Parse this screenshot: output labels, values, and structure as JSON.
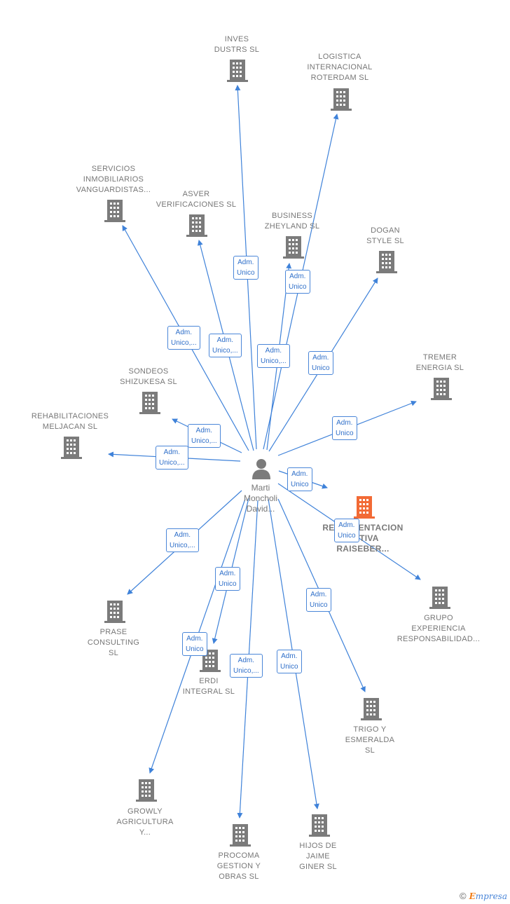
{
  "colors": {
    "edge": "#3f82d9",
    "building": "#7b7b7b",
    "highlight": "#f26a35",
    "person": "#7b7b7b"
  },
  "person": {
    "label_lines": [
      "Marti",
      "Moncholi",
      "David..."
    ],
    "icon": "person-icon"
  },
  "nodes": [
    {
      "id": "inves",
      "lines": [
        "INVES",
        "DUSTRS SL"
      ]
    },
    {
      "id": "logistica",
      "lines": [
        "LOGISTICA",
        "INTERNACIONAL",
        "ROTERDAM SL"
      ]
    },
    {
      "id": "servicios",
      "lines": [
        "SERVICIOS",
        "INMOBILIARIOS",
        "VANGUARDISTAS..."
      ]
    },
    {
      "id": "asver",
      "lines": [
        "ASVER",
        "VERIFICACIONES SL"
      ]
    },
    {
      "id": "business",
      "lines": [
        "BUSINESS",
        "ZHEYLAND  SL"
      ]
    },
    {
      "id": "dogan",
      "lines": [
        "DOGAN",
        "STYLE  SL"
      ]
    },
    {
      "id": "tremer",
      "lines": [
        "TREMER",
        "ENERGIA SL"
      ]
    },
    {
      "id": "sondeos",
      "lines": [
        "SONDEOS",
        "SHIZUKESA  SL"
      ]
    },
    {
      "id": "rehab",
      "lines": [
        "REHABILITACIONES",
        "MELJACAN  SL"
      ]
    },
    {
      "id": "representacion",
      "lines": [
        "REPRESENTACION",
        "ACTIVA",
        "RAISEBER..."
      ],
      "highlight": true
    },
    {
      "id": "grupo",
      "lines": [
        "GRUPO",
        "EXPERIENCIA",
        "RESPONSABILIDAD..."
      ]
    },
    {
      "id": "prase",
      "lines": [
        "PRASE",
        "CONSULTING",
        "SL"
      ]
    },
    {
      "id": "erdi",
      "lines": [
        "ERDI",
        "INTEGRAL  SL"
      ]
    },
    {
      "id": "trigo",
      "lines": [
        "TRIGO Y",
        "ESMERALDA",
        "SL"
      ]
    },
    {
      "id": "growly",
      "lines": [
        "GROWLY",
        "AGRICULTURA",
        "Y..."
      ]
    },
    {
      "id": "procoma",
      "lines": [
        "PROCOMA",
        "GESTION Y",
        "OBRAS  SL"
      ]
    },
    {
      "id": "hijos",
      "lines": [
        "HIJOS DE",
        "JAIME",
        "GINER SL"
      ]
    }
  ],
  "edges": [
    {
      "to": "inves",
      "label": [
        "Adm.",
        "Unico"
      ]
    },
    {
      "to": "logistica",
      "label": [
        "Adm.",
        "Unico"
      ]
    },
    {
      "to": "servicios",
      "label": [
        "Adm.",
        "Unico,..."
      ]
    },
    {
      "to": "asver",
      "label": [
        "Adm.",
        "Unico,..."
      ]
    },
    {
      "to": "business",
      "label": [
        "Adm.",
        "Unico,..."
      ]
    },
    {
      "to": "dogan",
      "label": [
        "Adm.",
        "Unico"
      ]
    },
    {
      "to": "tremer",
      "label": [
        "Adm.",
        "Unico"
      ]
    },
    {
      "to": "sondeos",
      "label": [
        "Adm.",
        "Unico,..."
      ]
    },
    {
      "to": "rehab",
      "label": [
        "Adm.",
        "Unico,..."
      ]
    },
    {
      "to": "representacion",
      "label": [
        "Adm.",
        "Unico"
      ]
    },
    {
      "to": "grupo",
      "label": [
        "Adm.",
        "Unico"
      ]
    },
    {
      "to": "prase",
      "label": [
        "Adm.",
        "Unico,..."
      ]
    },
    {
      "to": "erdi",
      "label": [
        "Adm.",
        "Unico"
      ]
    },
    {
      "to": "trigo",
      "label": [
        "Adm.",
        "Unico"
      ]
    },
    {
      "to": "growly",
      "label": [
        "Adm.",
        "Unico"
      ]
    },
    {
      "to": "procoma",
      "label": [
        "Adm.",
        "Unico,..."
      ]
    },
    {
      "to": "hijos",
      "label": [
        "Adm.",
        "Unico"
      ]
    },
    {
      "to": "business",
      "label": [
        "Adm.",
        "Unico"
      ]
    }
  ],
  "footer": {
    "copyright": "©",
    "brand_first": "E",
    "brand_rest": "mpresa"
  }
}
